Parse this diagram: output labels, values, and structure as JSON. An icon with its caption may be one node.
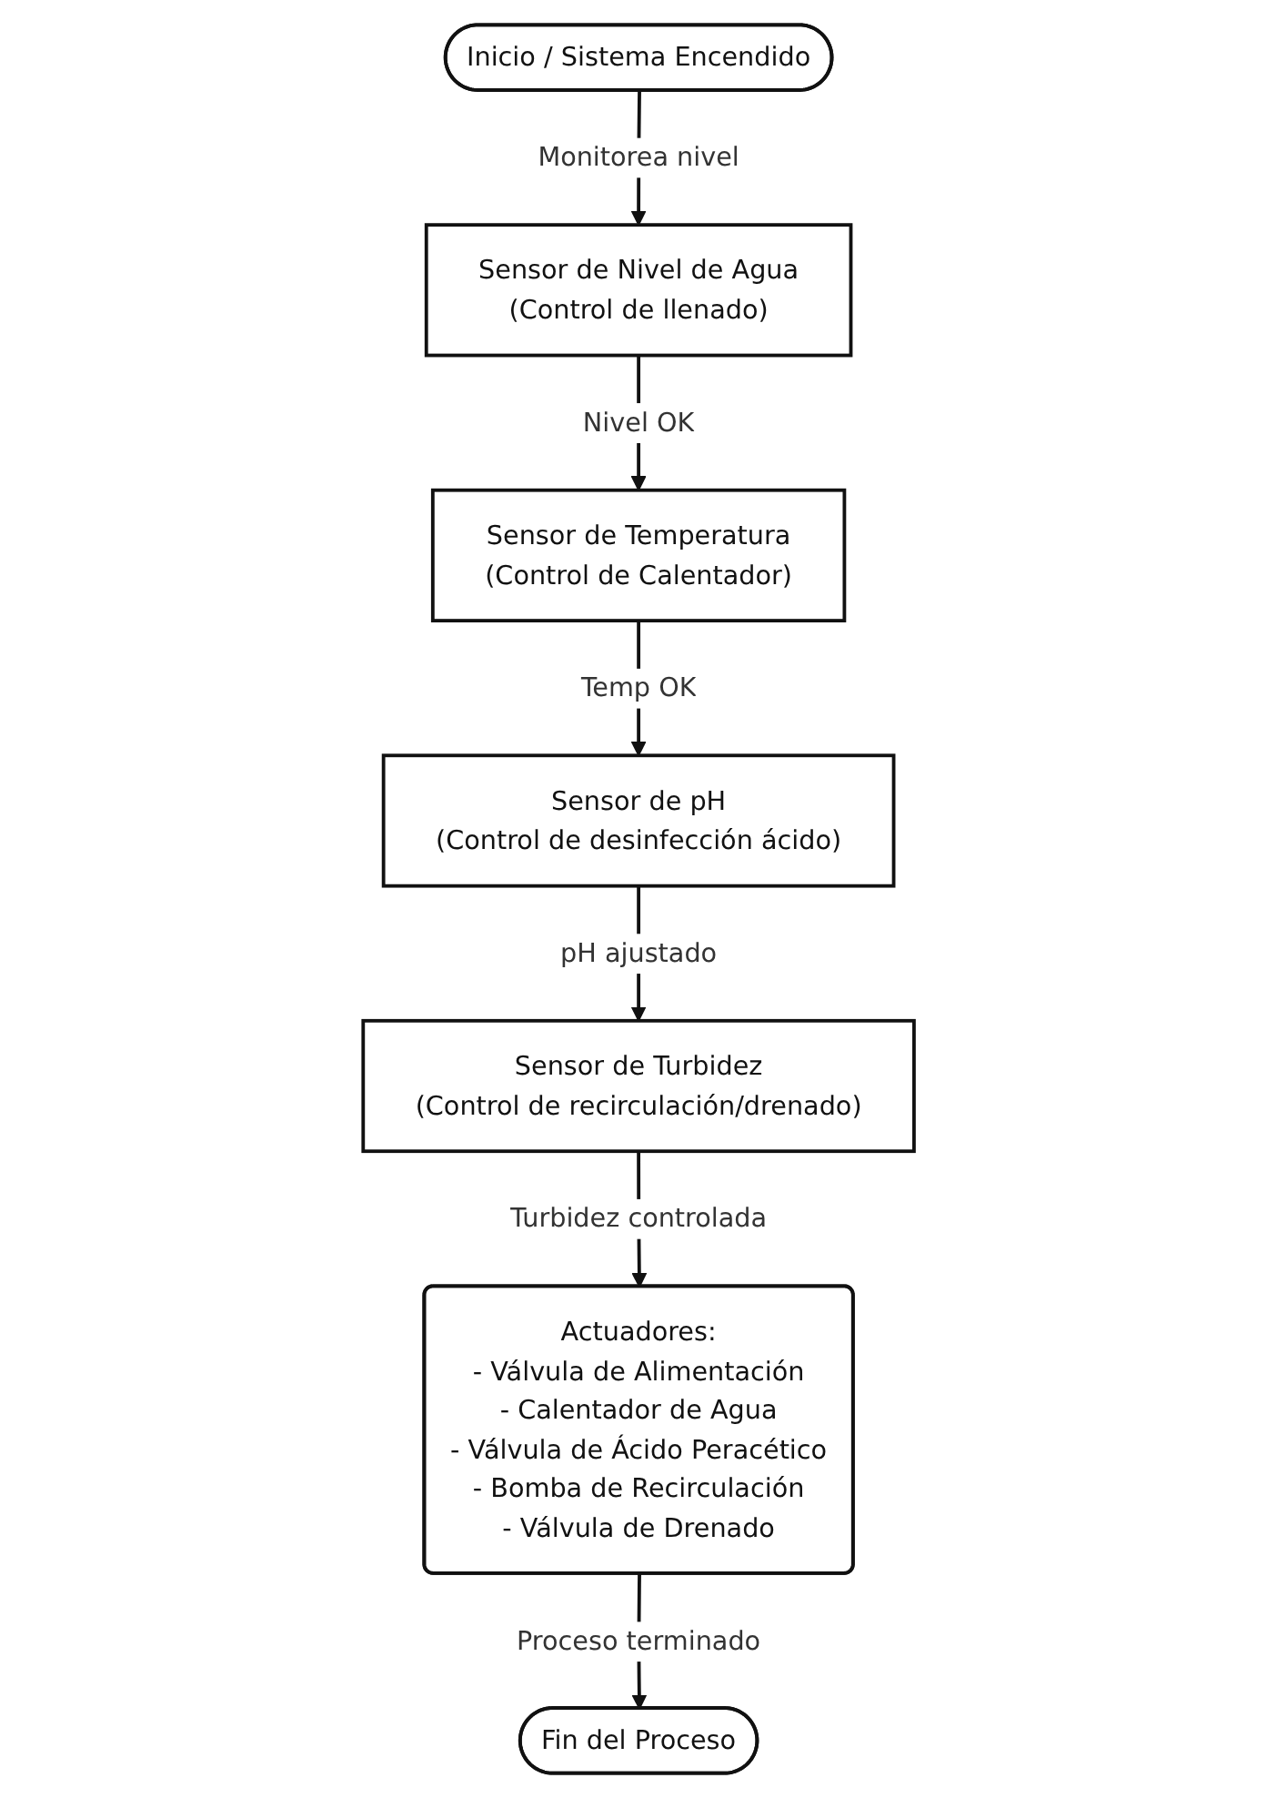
{
  "diagram": {
    "nodes": [
      {
        "text": [
          "Inicio / Sistema Encendido"
        ]
      },
      {
        "text": [
          "Sensor de Nivel de Agua",
          "(Control de llenado)"
        ]
      },
      {
        "text": [
          "Sensor de Temperatura",
          "(Control de Calentador)"
        ]
      },
      {
        "text": [
          "Sensor de pH",
          "(Control de desinfección ácido)"
        ]
      },
      {
        "text": [
          "Sensor de Turbidez",
          "(Control de recirculación/drenado)"
        ]
      },
      {
        "text": [
          "Actuadores:",
          "- Válvula de Alimentación",
          "- Calentador de Agua",
          "- Válvula de Ácido Peracético",
          "- Bomba de Recirculación",
          "- Válvula de Drenado"
        ]
      },
      {
        "text": [
          "Fin del Proceso"
        ]
      }
    ],
    "edges": [
      {
        "from": 0,
        "to": 1,
        "arrow": "to",
        "label": "Monitorea nivel"
      },
      {
        "from": 1,
        "to": 2,
        "arrow": "to",
        "label": "Nivel OK"
      },
      {
        "from": 2,
        "to": 3,
        "arrow": "to",
        "label": "Temp OK"
      },
      {
        "from": 3,
        "to": 4,
        "arrow": "to",
        "label": "pH ajustado"
      },
      {
        "from": 4,
        "to": 5,
        "arrow": "to",
        "label": "Turbidez controlada"
      },
      {
        "from": 5,
        "to": 6,
        "arrow": "to",
        "label": "Proceso terminado"
      }
    ]
  }
}
